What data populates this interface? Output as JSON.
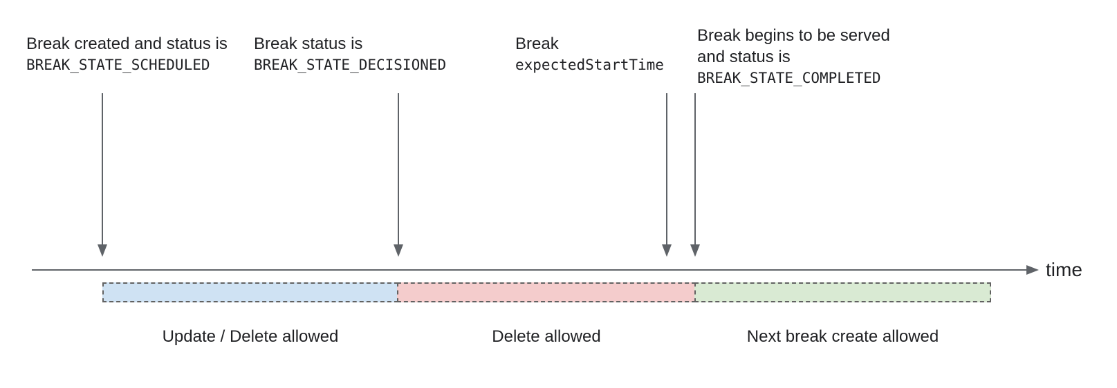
{
  "annotations": {
    "scheduled": {
      "line1": "Break created and status is",
      "code": "BREAK_STATE_SCHEDULED"
    },
    "decisioned": {
      "line1": "Break status is",
      "code": "BREAK_STATE_DECISIONED"
    },
    "expected": {
      "line1": "Break",
      "code": "expectedStartTime"
    },
    "completed": {
      "line1": "Break begins to be served",
      "line2": "and status is",
      "code": "BREAK_STATE_COMPLETED"
    }
  },
  "timeline": {
    "axis_label": "time"
  },
  "segments": {
    "update_delete": {
      "label": "Update / Delete allowed",
      "fill": "#cfe2f3"
    },
    "delete": {
      "label": "Delete allowed",
      "fill": "#f4cccc"
    },
    "next_create": {
      "label": "Next break create allowed",
      "fill": "#d9ead3"
    }
  },
  "colors": {
    "line": "#5f6368",
    "segment_border": "#616161",
    "text": "#202124"
  }
}
